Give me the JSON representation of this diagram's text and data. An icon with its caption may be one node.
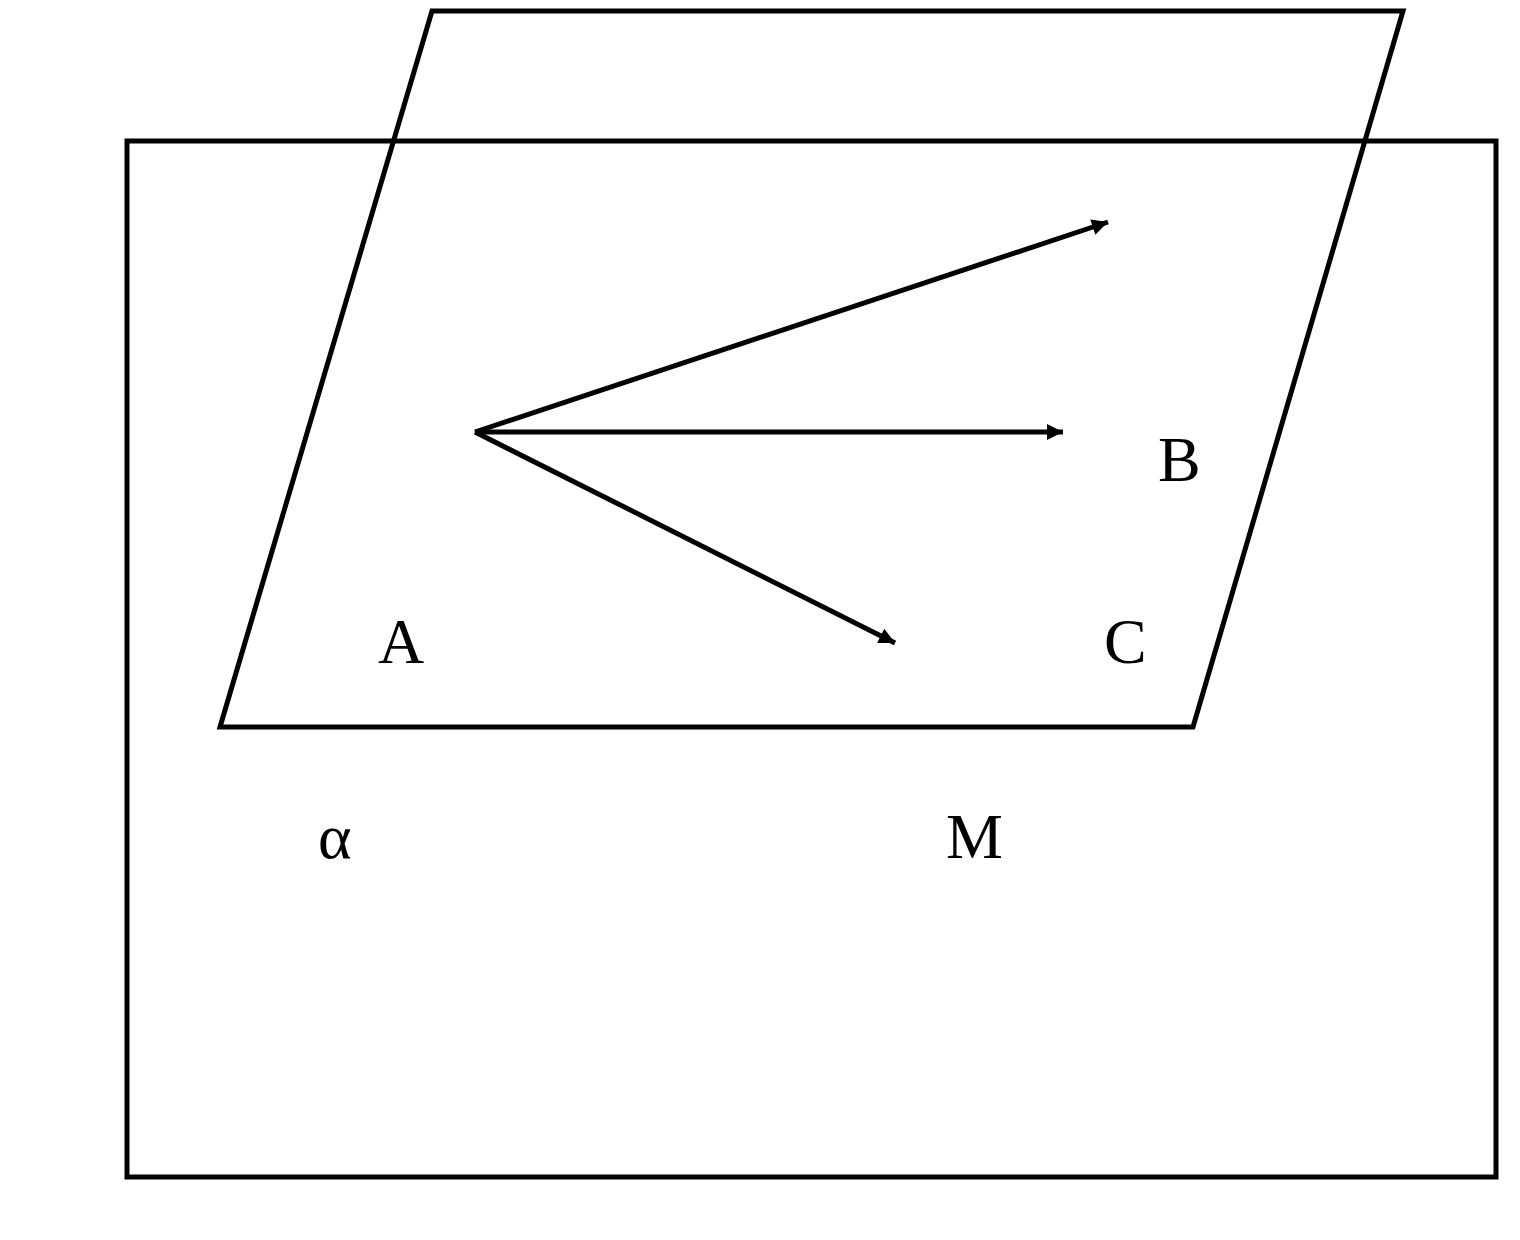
{
  "diagram": {
    "labels": [
      "B",
      "A",
      "C",
      "α",
      "M"
    ]
  }
}
